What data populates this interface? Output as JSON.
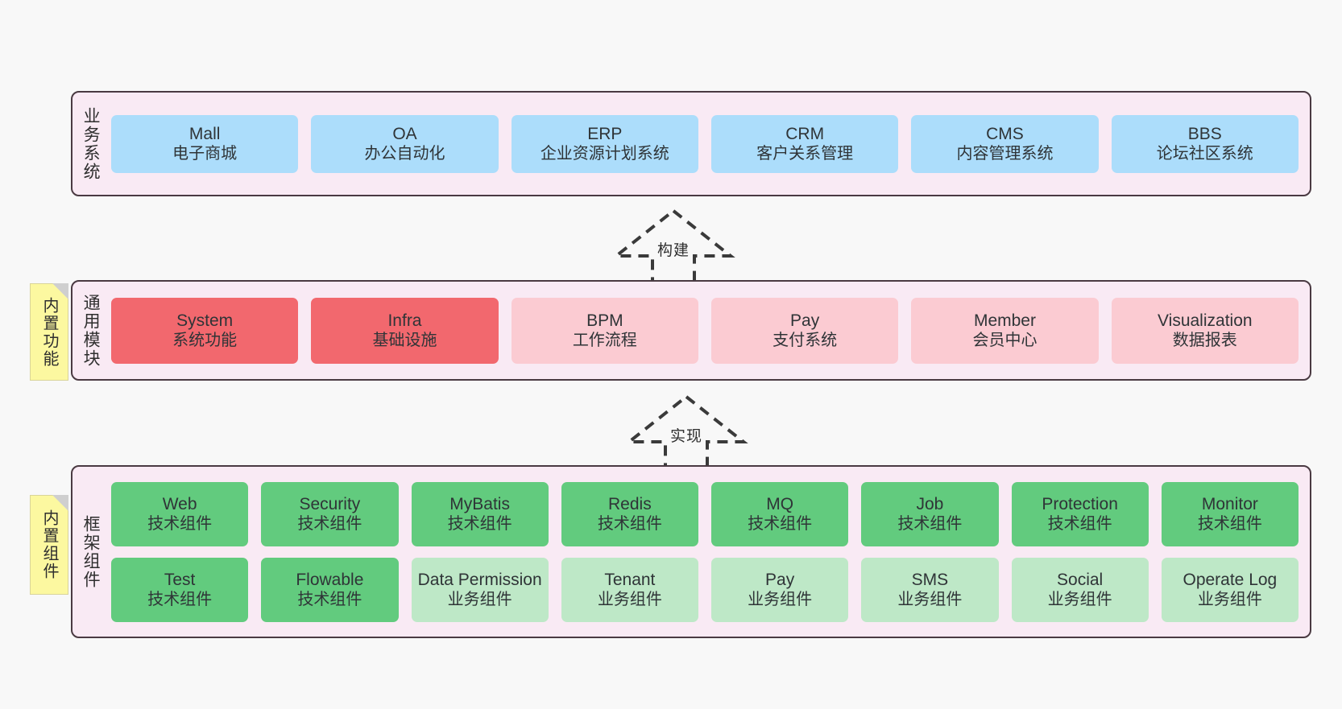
{
  "colors": {
    "canvas_bg": "#F8F8F8",
    "band_bg": "#F9EAF4",
    "band_border": "#4A3A42",
    "business_box": "#ACDDFB",
    "module_primary": "#F2686E",
    "module_secondary": "#FBCBD2",
    "framework_tech": "#62CB7E",
    "framework_business": "#BEE8C7",
    "note_bg": "#FCF8A0",
    "note_fold": "#CFCFCF",
    "arrow_stroke": "#3A3A3A",
    "text": "#2F3437"
  },
  "layers": [
    {
      "id": "business",
      "label": "业务系统",
      "rows": [
        {
          "cells": [
            {
              "name": "Mall",
              "sub": "电子商城",
              "fill": "#ACDDFB"
            },
            {
              "name": "OA",
              "sub": "办公自动化",
              "fill": "#ACDDFB"
            },
            {
              "name": "ERP",
              "sub": "企业资源计划系统",
              "fill": "#ACDDFB"
            },
            {
              "name": "CRM",
              "sub": "客户关系管理",
              "fill": "#ACDDFB"
            },
            {
              "name": "CMS",
              "sub": "内容管理系统",
              "fill": "#ACDDFB"
            },
            {
              "name": "BBS",
              "sub": "论坛社区系统",
              "fill": "#ACDDFB"
            }
          ]
        }
      ]
    },
    {
      "id": "modules",
      "label": "通用模块",
      "note": "内置功能",
      "rows": [
        {
          "cells": [
            {
              "name": "System",
              "sub": "系统功能",
              "fill": "#F2686E"
            },
            {
              "name": "Infra",
              "sub": "基础设施",
              "fill": "#F2686E"
            },
            {
              "name": "BPM",
              "sub": "工作流程",
              "fill": "#FBCBD2"
            },
            {
              "name": "Pay",
              "sub": "支付系统",
              "fill": "#FBCBD2"
            },
            {
              "name": "Member",
              "sub": "会员中心",
              "fill": "#FBCBD2"
            },
            {
              "name": "Visualization",
              "sub": "数据报表",
              "fill": "#FBCBD2"
            }
          ]
        }
      ]
    },
    {
      "id": "framework",
      "label": "框架组件",
      "note": "内置组件",
      "rows": [
        {
          "cells": [
            {
              "name": "Web",
              "sub": "技术组件",
              "fill": "#62CB7E"
            },
            {
              "name": "Security",
              "sub": "技术组件",
              "fill": "#62CB7E"
            },
            {
              "name": "MyBatis",
              "sub": "技术组件",
              "fill": "#62CB7E"
            },
            {
              "name": "Redis",
              "sub": "技术组件",
              "fill": "#62CB7E"
            },
            {
              "name": "MQ",
              "sub": "技术组件",
              "fill": "#62CB7E"
            },
            {
              "name": "Job",
              "sub": "技术组件",
              "fill": "#62CB7E"
            },
            {
              "name": "Protection",
              "sub": "技术组件",
              "fill": "#62CB7E"
            },
            {
              "name": "Monitor",
              "sub": "技术组件",
              "fill": "#62CB7E"
            }
          ]
        },
        {
          "cells": [
            {
              "name": "Test",
              "sub": "技术组件",
              "fill": "#62CB7E"
            },
            {
              "name": "Flowable",
              "sub": "技术组件",
              "fill": "#62CB7E"
            },
            {
              "name": "Data Permission",
              "sub": "业务组件",
              "fill": "#BEE8C7"
            },
            {
              "name": "Tenant",
              "sub": "业务组件",
              "fill": "#BEE8C7"
            },
            {
              "name": "Pay",
              "sub": "业务组件",
              "fill": "#BEE8C7"
            },
            {
              "name": "SMS",
              "sub": "业务组件",
              "fill": "#BEE8C7"
            },
            {
              "name": "Social",
              "sub": "业务组件",
              "fill": "#BEE8C7"
            },
            {
              "name": "Operate Log",
              "sub": "业务组件",
              "fill": "#BEE8C7"
            }
          ]
        }
      ]
    }
  ],
  "arrows": [
    {
      "id": "build",
      "label": "构建",
      "from": "modules",
      "to": "business"
    },
    {
      "id": "impl",
      "label": "实现",
      "from": "framework",
      "to": "modules"
    }
  ]
}
